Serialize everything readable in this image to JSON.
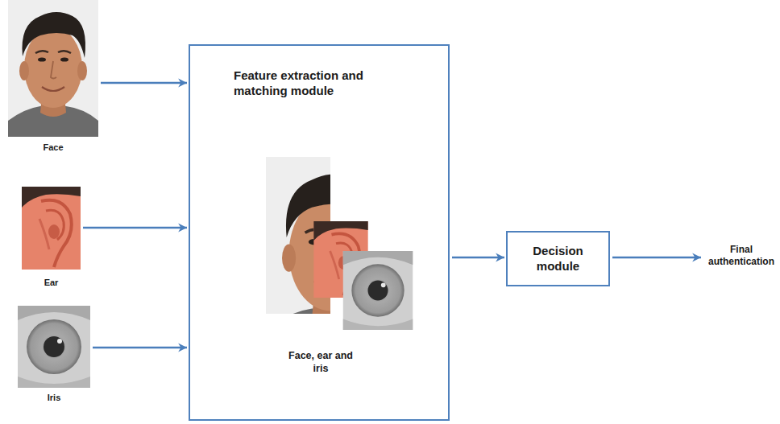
{
  "diagram": {
    "nodes": [
      {
        "text": [
          "Face"
        ]
      },
      {
        "text": [
          "Ear"
        ]
      },
      {
        "text": [
          "Iris"
        ]
      },
      {
        "text": [
          "Feature extraction and matching module",
          "Face, ear and iris"
        ]
      },
      {
        "text": [
          "Decision module"
        ]
      },
      {
        "text": [
          "Final authentication"
        ]
      }
    ],
    "edges": [
      {
        "from": 0,
        "to": 3,
        "arrow": "to"
      },
      {
        "from": 1,
        "to": 3,
        "arrow": "to"
      },
      {
        "from": 2,
        "to": 3,
        "arrow": "to"
      },
      {
        "from": 3,
        "to": 4,
        "arrow": "to"
      },
      {
        "from": 4,
        "to": 5,
        "arrow": "to"
      }
    ]
  }
}
